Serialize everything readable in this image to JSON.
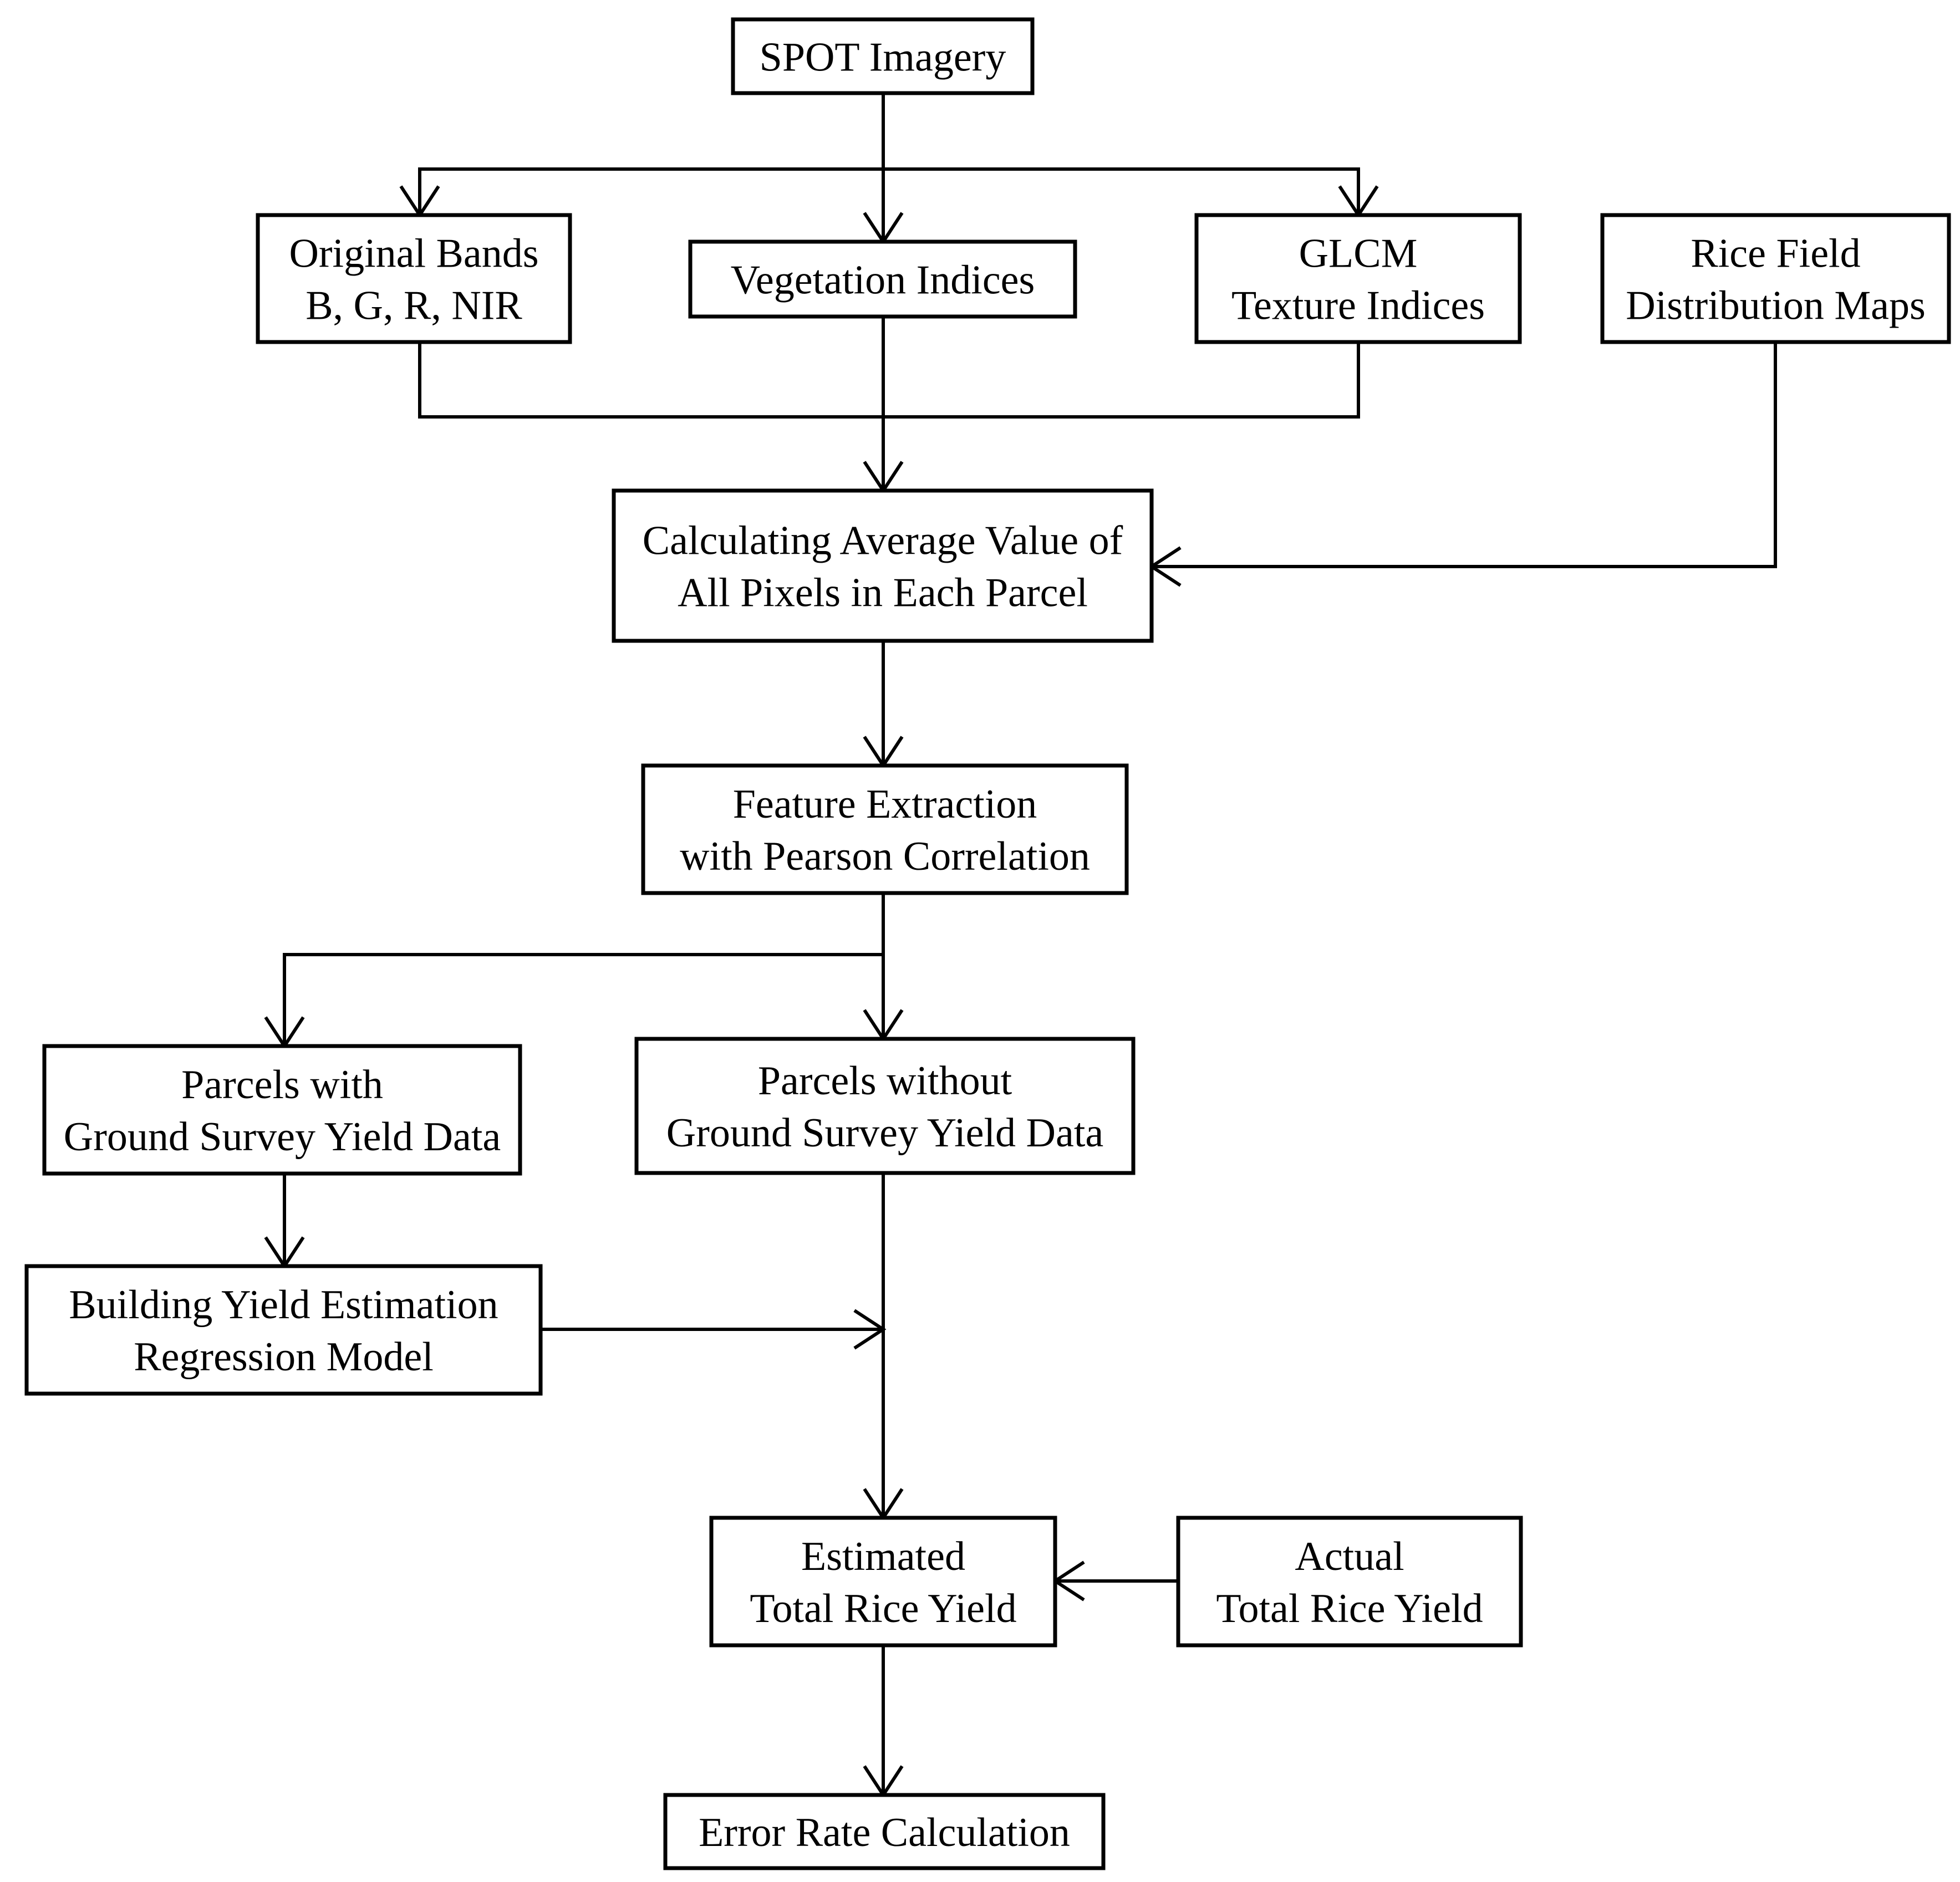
{
  "nodes": {
    "spot": {
      "lines": [
        "SPOT Imagery"
      ]
    },
    "bands": {
      "lines": [
        "Original Bands",
        "B, G, R, NIR"
      ]
    },
    "veg": {
      "lines": [
        "Vegetation Indices"
      ]
    },
    "glcm": {
      "lines": [
        "GLCM",
        "Texture Indices"
      ]
    },
    "ricemap": {
      "lines": [
        "Rice Field",
        "Distribution Maps"
      ]
    },
    "avg": {
      "lines": [
        "Calculating Average Value of",
        "All Pixels in Each Parcel"
      ]
    },
    "feature": {
      "lines": [
        "Feature Extraction",
        "with Pearson Correlation"
      ]
    },
    "with": {
      "lines": [
        "Parcels with",
        "Ground Survey Yield Data"
      ]
    },
    "without": {
      "lines": [
        "Parcels without",
        "Ground Survey Yield Data"
      ]
    },
    "model": {
      "lines": [
        "Building Yield Estimation",
        "Regression Model"
      ]
    },
    "estimated": {
      "lines": [
        "Estimated",
        "Total Rice Yield"
      ]
    },
    "actual": {
      "lines": [
        "Actual",
        "Total Rice Yield"
      ]
    },
    "error": {
      "lines": [
        "Error Rate Calculation"
      ]
    }
  },
  "edges": [
    {
      "from": "spot",
      "to": "bands"
    },
    {
      "from": "spot",
      "to": "veg"
    },
    {
      "from": "spot",
      "to": "glcm"
    },
    {
      "from": "bands",
      "to": "avg"
    },
    {
      "from": "veg",
      "to": "avg"
    },
    {
      "from": "glcm",
      "to": "avg"
    },
    {
      "from": "ricemap",
      "to": "avg"
    },
    {
      "from": "avg",
      "to": "feature"
    },
    {
      "from": "feature",
      "to": "with"
    },
    {
      "from": "feature",
      "to": "without"
    },
    {
      "from": "with",
      "to": "model"
    },
    {
      "from": "model",
      "to": "without-to-estimated-path"
    },
    {
      "from": "without",
      "to": "estimated"
    },
    {
      "from": "actual",
      "to": "estimated"
    },
    {
      "from": "estimated",
      "to": "error"
    }
  ]
}
